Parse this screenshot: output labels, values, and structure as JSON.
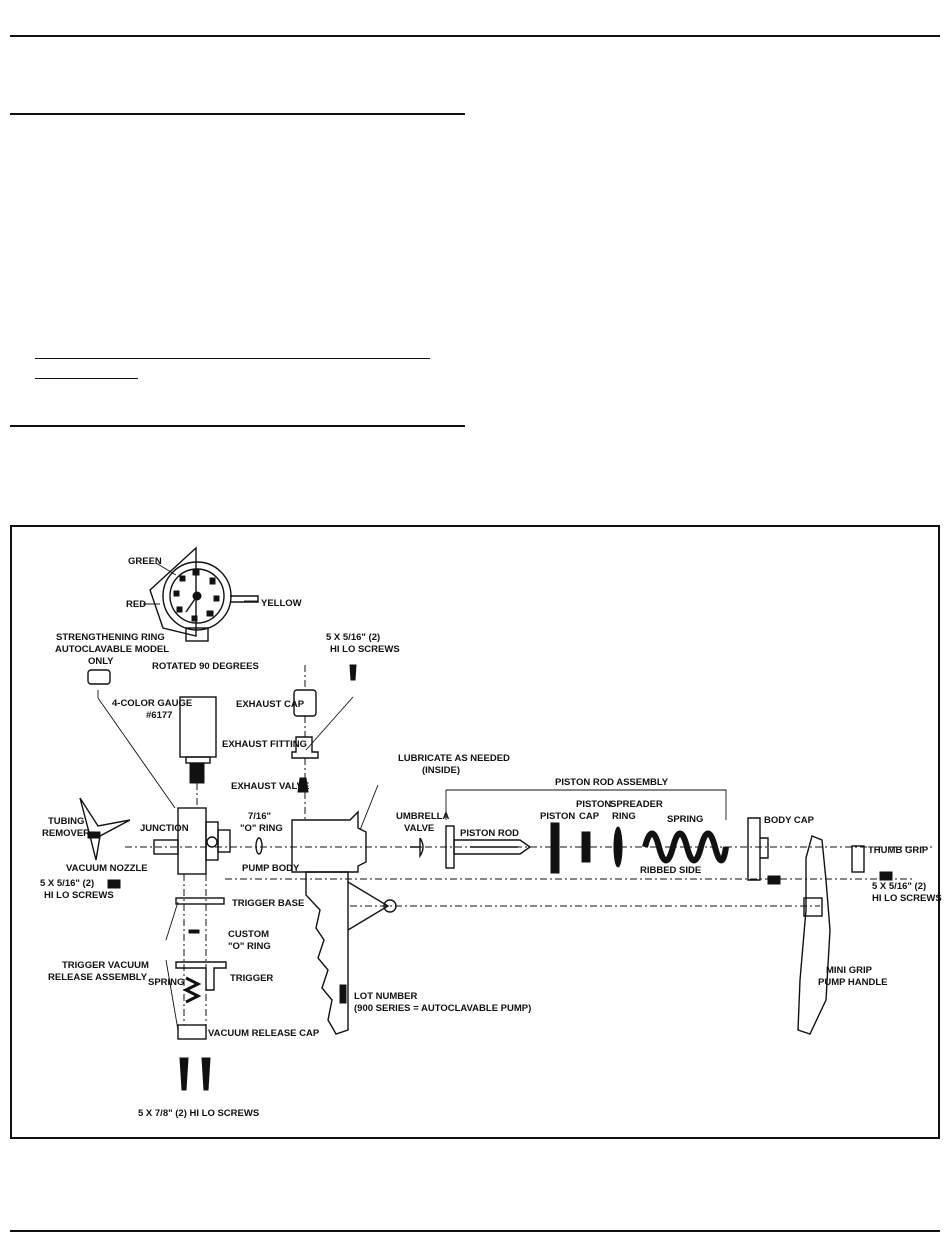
{
  "diagram": {
    "labels": {
      "green": "GREEN",
      "red": "RED",
      "yellow": "YELLOW",
      "rotated": "ROTATED 90 DEGREES",
      "strengthening_ring_1": "STRENGTHENING RING",
      "strengthening_ring_2": "AUTOCLAVABLE MODEL",
      "strengthening_ring_3": "ONLY",
      "gauge_1": "4-COLOR GAUGE",
      "gauge_2": "#6177",
      "screws_top_1": "5 X 5/16\" (2)",
      "screws_top_2": "HI LO SCREWS",
      "exhaust_cap": "EXHAUST CAP",
      "exhaust_fitting": "EXHAUST FITTING",
      "exhaust_valve": "EXHAUST VALVE",
      "lubricate_1": "LUBRICATE AS NEEDED",
      "lubricate_2": "(INSIDE)",
      "piston_rod_assembly": "PISTON ROD ASSEMBLY",
      "tubing_remover_1": "TUBING",
      "tubing_remover_2": "REMOVER",
      "junction": "JUNCTION",
      "o_ring_1": "7/16\"",
      "o_ring_2": "\"O\" RING",
      "umbrella_1": "UMBRELLA",
      "umbrella_2": "VALVE",
      "piston_rod": "PISTON ROD",
      "piston": "PISTON",
      "piston_cap_1": "PISTON",
      "piston_cap_2": "CAP",
      "spreader_1": "SPREADER",
      "spreader_2": "RING",
      "spring_main": "SPRING",
      "body_cap": "BODY CAP",
      "thumb_grip": "THUMB GRIP",
      "vacuum_nozzle": "VACUUM NOZZLE",
      "pump_body": "PUMP BODY",
      "ribbed_side": "RIBBED SIDE",
      "screws_left_1": "5 X 5/16\" (2)",
      "screws_left_2": "HI LO SCREWS",
      "screws_right_1": "5 X 5/16\" (2)",
      "screws_right_2": "HI LO SCREWS",
      "trigger_base": "TRIGGER BASE",
      "custom_o_ring_1": "CUSTOM",
      "custom_o_ring_2": "\"O\" RING",
      "trigger_vacuum_1": "TRIGGER VACUUM",
      "trigger_vacuum_2": "RELEASE ASSEMBLY",
      "spring_trigger": "SPRING",
      "trigger": "TRIGGER",
      "lot_number_1": "LOT NUMBER",
      "lot_number_2": "(900 SERIES = AUTOCLAVABLE PUMP)",
      "vacuum_release_cap": "VACUUM RELEASE CAP",
      "mini_grip_1": "MINI GRIP",
      "mini_grip_2": "PUMP HANDLE",
      "screws_bottom": "5 X 7/8\" (2) HI LO SCREWS"
    }
  }
}
